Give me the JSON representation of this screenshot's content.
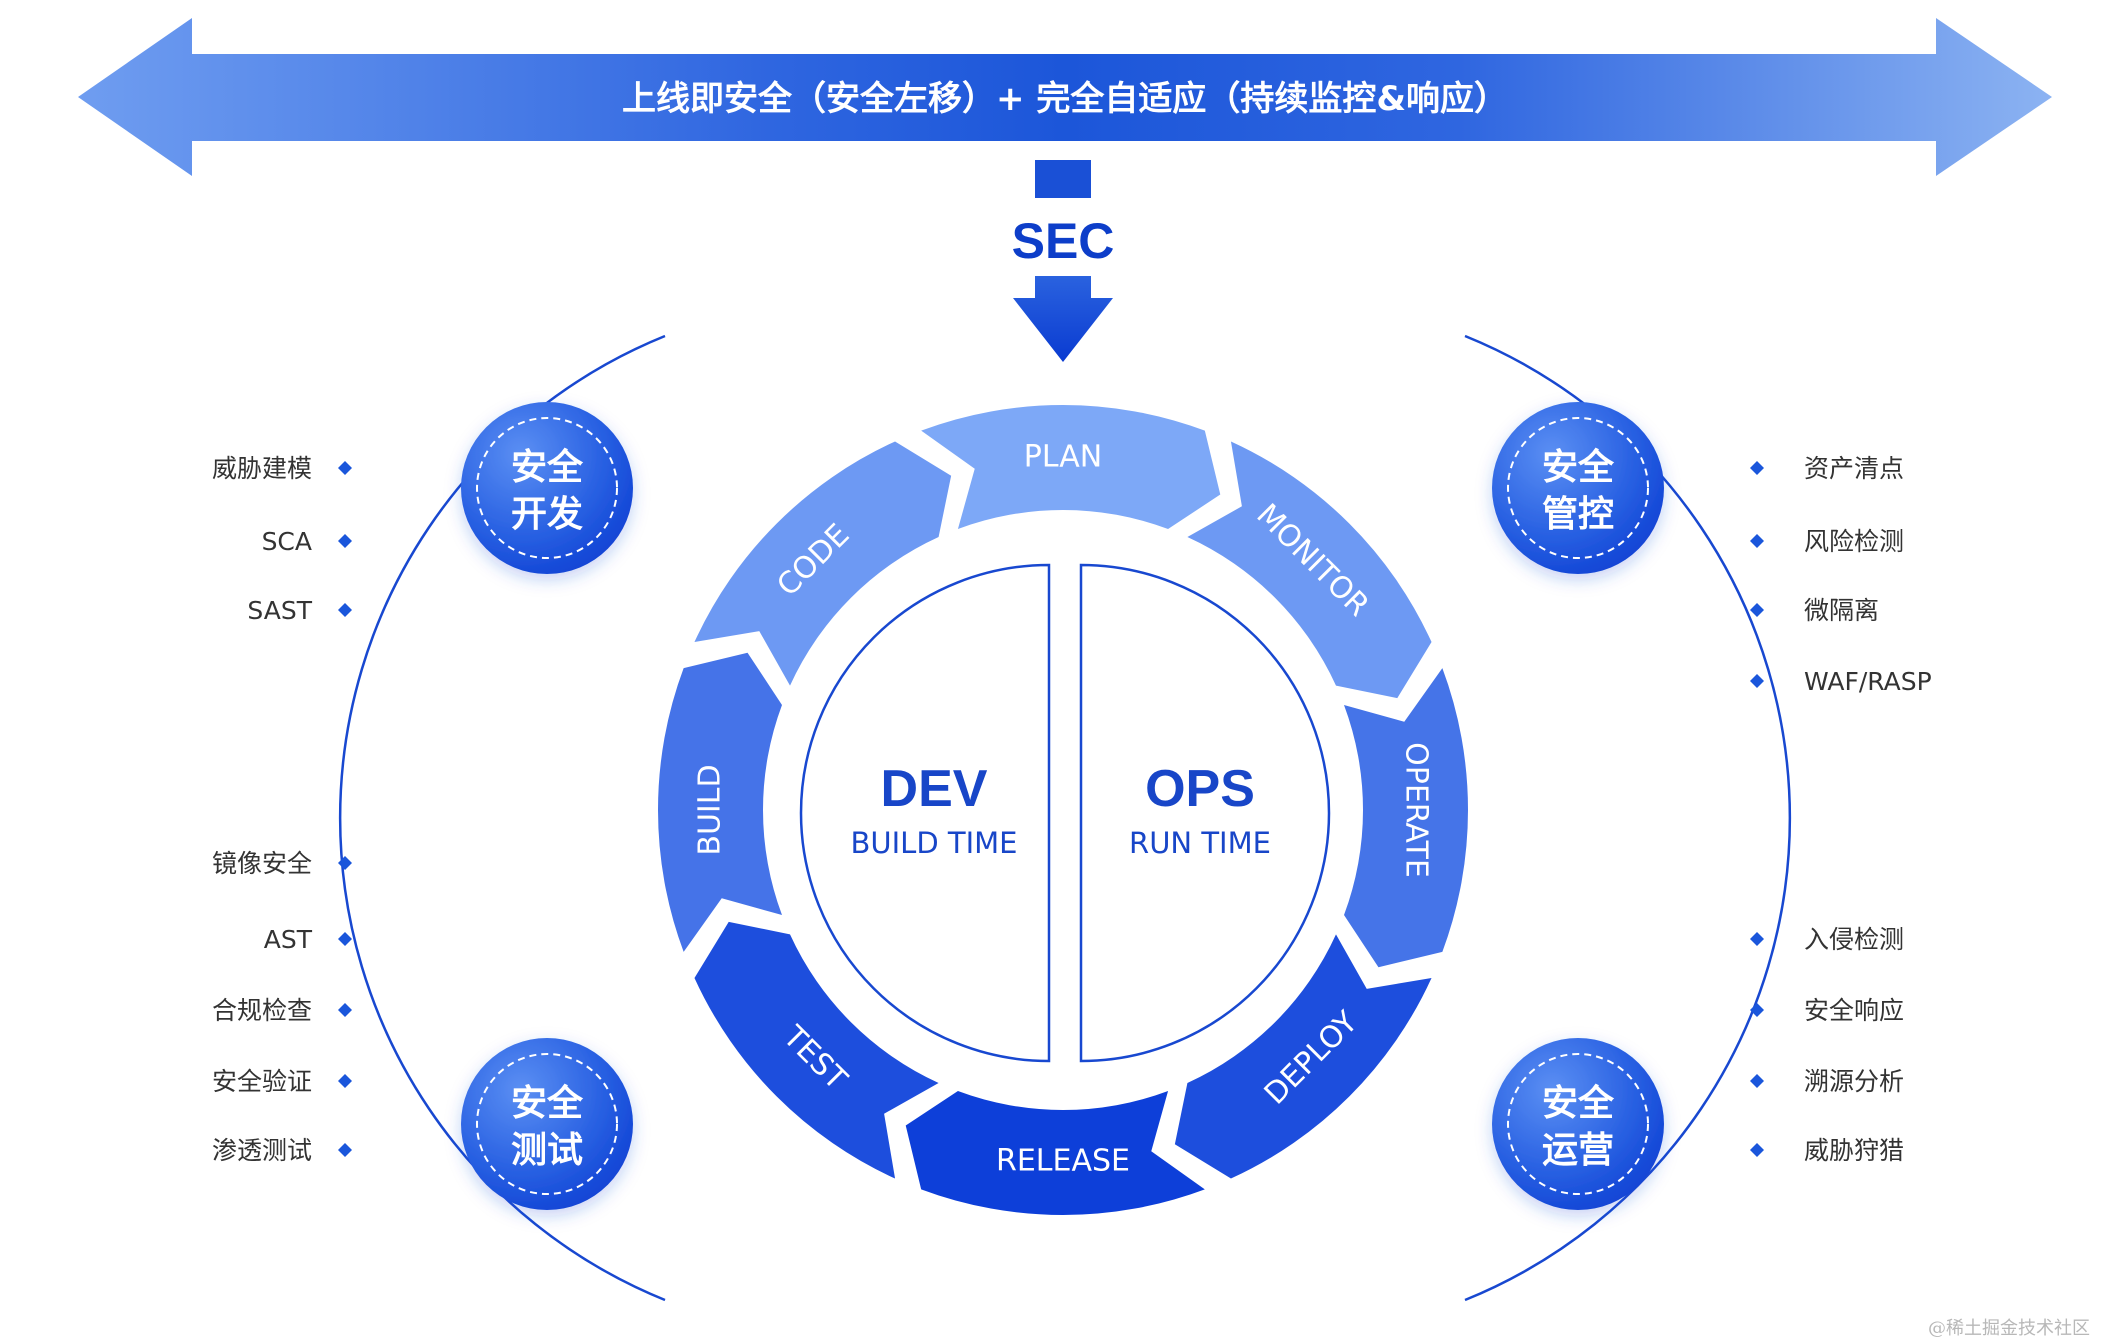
{
  "banner": {
    "text": "上线即安全（安全左移）+ 完全自适应（持续监控&响应）"
  },
  "sec": {
    "label": "SEC"
  },
  "center": {
    "dev": {
      "title": "DEV",
      "subtitle": "BUILD TIME"
    },
    "ops": {
      "title": "OPS",
      "subtitle": "RUN TIME"
    }
  },
  "stages": [
    "PLAN",
    "MONITOR",
    "OPERATE",
    "DEPLOY",
    "RELEASE",
    "TEST",
    "BUILD",
    "CODE"
  ],
  "badges": {
    "dev": {
      "line1": "安全",
      "line2": "开发"
    },
    "test": {
      "line1": "安全",
      "line2": "测试"
    },
    "control": {
      "line1": "安全",
      "line2": "管控"
    },
    "ops": {
      "line1": "安全",
      "line2": "运营"
    }
  },
  "lists": {
    "dev": [
      "威胁建模",
      "SCA",
      "SAST"
    ],
    "test": [
      "镜像安全",
      "AST",
      "合规检查",
      "安全验证",
      "渗透测试"
    ],
    "control": [
      "资产清点",
      "风险检测",
      "微隔离",
      "WAF/RASP"
    ],
    "ops": [
      "入侵检测",
      "安全响应",
      "溯源分析",
      "威胁狩猎"
    ]
  },
  "watermark": "@稀土掘金技术社区",
  "colors": {
    "primary": "#1a56db",
    "dark": "#0b3bd6",
    "light": "#7aa7f5",
    "text_dark": "#1846c8",
    "list_text": "#333333"
  }
}
